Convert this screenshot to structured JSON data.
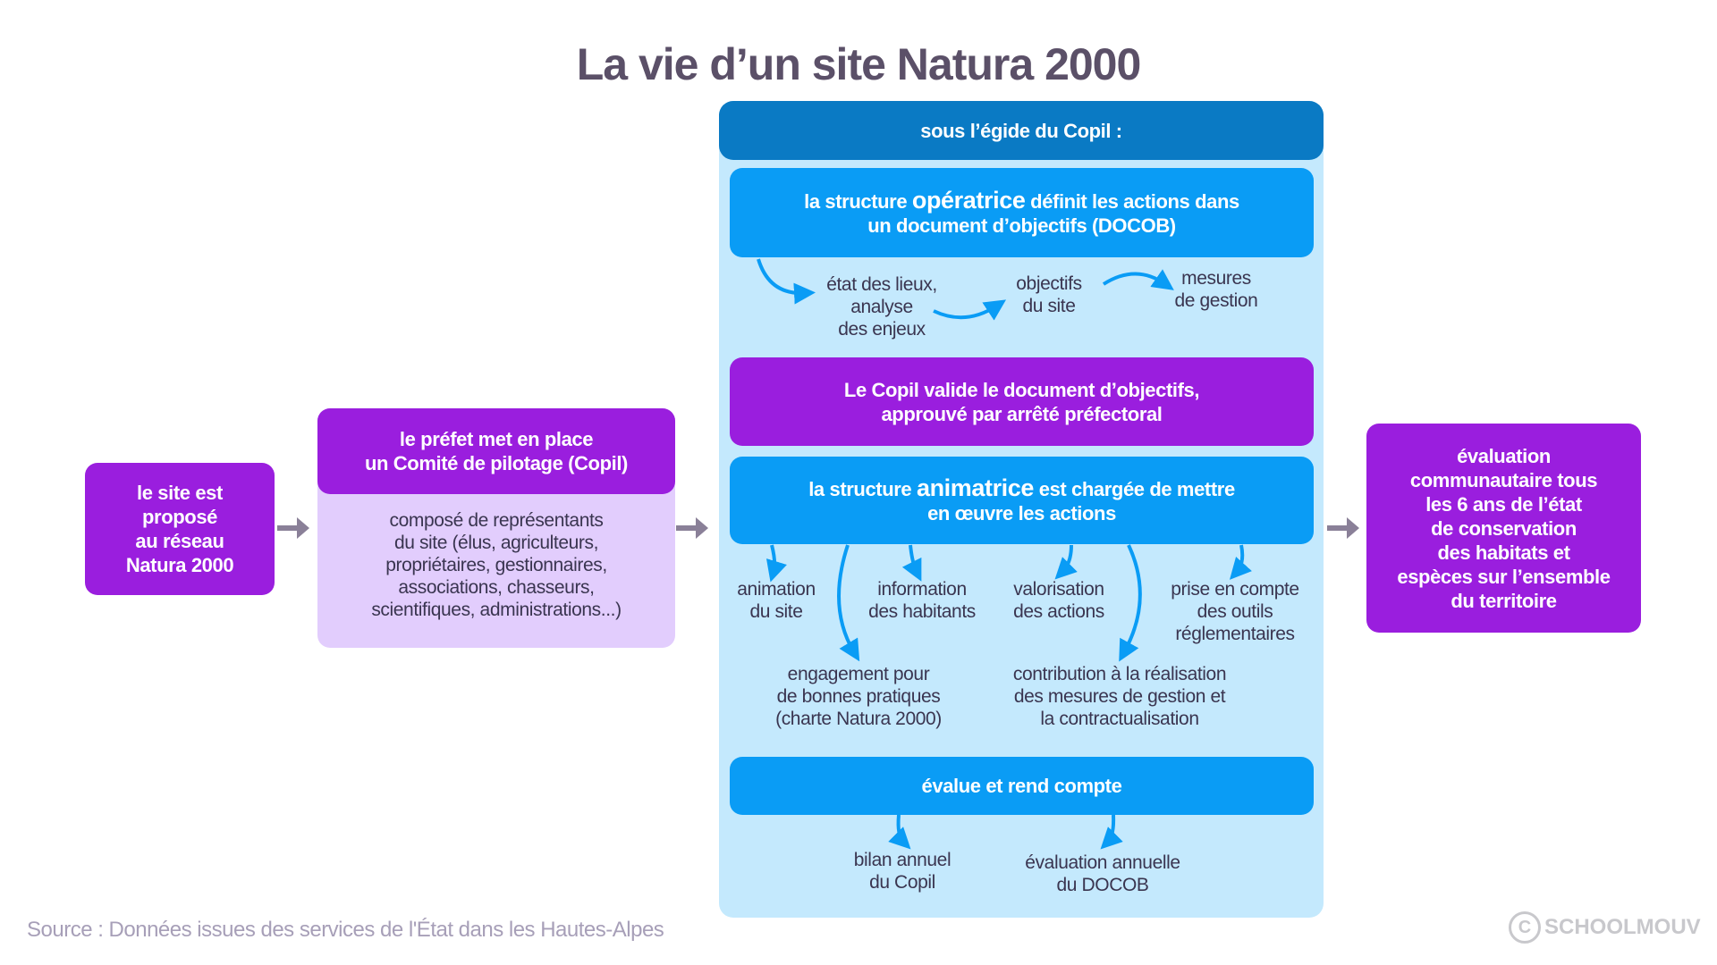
{
  "title": "La vie d’un site Natura 2000",
  "left_box": [
    "le site est",
    "proposé",
    "au réseau",
    "Natura 2000"
  ],
  "prefet": {
    "title": [
      "le préfet met en place",
      "un Comité de pilotage (Copil)"
    ],
    "body": [
      "composé de représentants",
      "du site (élus, agriculteurs,",
      "propriétaires, gestionnaires,",
      "associations, chasseurs,",
      "scientifiques, administrations...)"
    ]
  },
  "center": {
    "header": "sous l’égide du Copil :",
    "operatrice": {
      "pre": "la structure ",
      "strong": "opératrice",
      "post": " définit les actions dans",
      "line2": "un document d’objectifs (DOCOB)"
    },
    "steps": [
      [
        "état des lieux,",
        "analyse",
        "des enjeux"
      ],
      [
        "objectifs",
        "du site"
      ],
      [
        "mesures",
        "de gestion"
      ]
    ],
    "copil_valide": [
      "Le Copil valide le document d’objectifs,",
      "approuvé par arrêté préfectoral"
    ],
    "animatrice": {
      "pre": "la structure ",
      "strong": "animatrice",
      "post": " est chargée de mettre",
      "line2": "en œuvre les actions"
    },
    "actions": [
      [
        "animation",
        "du site"
      ],
      [
        "information",
        "des habitants"
      ],
      [
        "valorisation",
        "des actions"
      ],
      [
        "prise en compte",
        "des outils",
        "réglementaires"
      ],
      [
        "engagement pour",
        "de bonnes pratiques",
        "(charte Natura 2000)"
      ],
      [
        "contribution à la réalisation",
        "des mesures de gestion et",
        "la contractualisation"
      ]
    ],
    "evalue": "évalue et rend compte",
    "evals": [
      [
        "bilan annuel",
        "du Copil"
      ],
      [
        "évaluation annuelle",
        "du DOCOB"
      ]
    ]
  },
  "right_box": [
    "évaluation",
    "communautaire tous",
    "les 6 ans de l’état",
    "de conservation",
    "des habitats et",
    "espèces sur l’ensemble",
    "du territoire"
  ],
  "source": "Source : Données issues des services de l'État dans les Hautes-Alpes",
  "logo": "SCHOOLMOUV",
  "colors": {
    "blue": "#0a9cf5",
    "dark_blue": "#0a7ac4",
    "purple": "#9a1ede",
    "light_purple": "#e2cdfd",
    "light_blue": "#c4e9fd",
    "arrow_grey": "#8a8098"
  }
}
